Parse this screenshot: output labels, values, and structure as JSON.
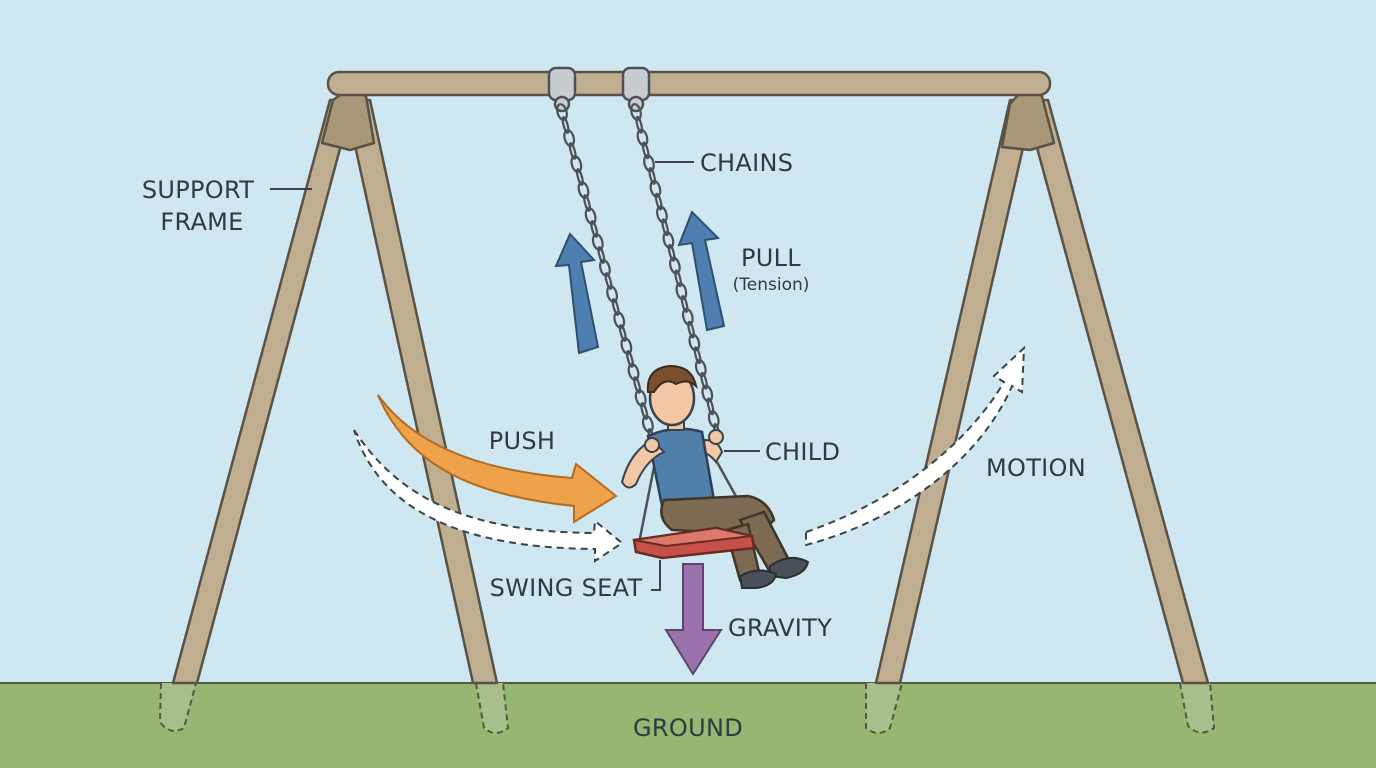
{
  "labels": {
    "support_frame_line1": "SUPPORT",
    "support_frame_line2": "FRAME",
    "chains": "CHAINS",
    "pull": "PULL",
    "tension": "(Tension)",
    "push": "PUSH",
    "child": "CHILD",
    "motion": "MOTION",
    "swing_seat": "SWING SEAT",
    "gravity": "GRAVITY",
    "ground": "GROUND"
  },
  "colors": {
    "sky": "#cfe7f1",
    "ground": "#96b672",
    "wood": "#bfae8f",
    "pull_arrow": "#4f7fb0",
    "push_arrow": "#f0a24a",
    "gravity_arrow": "#9a72ac",
    "seat": "#c8504a",
    "shirt": "#4f7fab",
    "pants": "#7c6a52",
    "skin": "#f2c7a5",
    "hair": "#7a4f30"
  }
}
